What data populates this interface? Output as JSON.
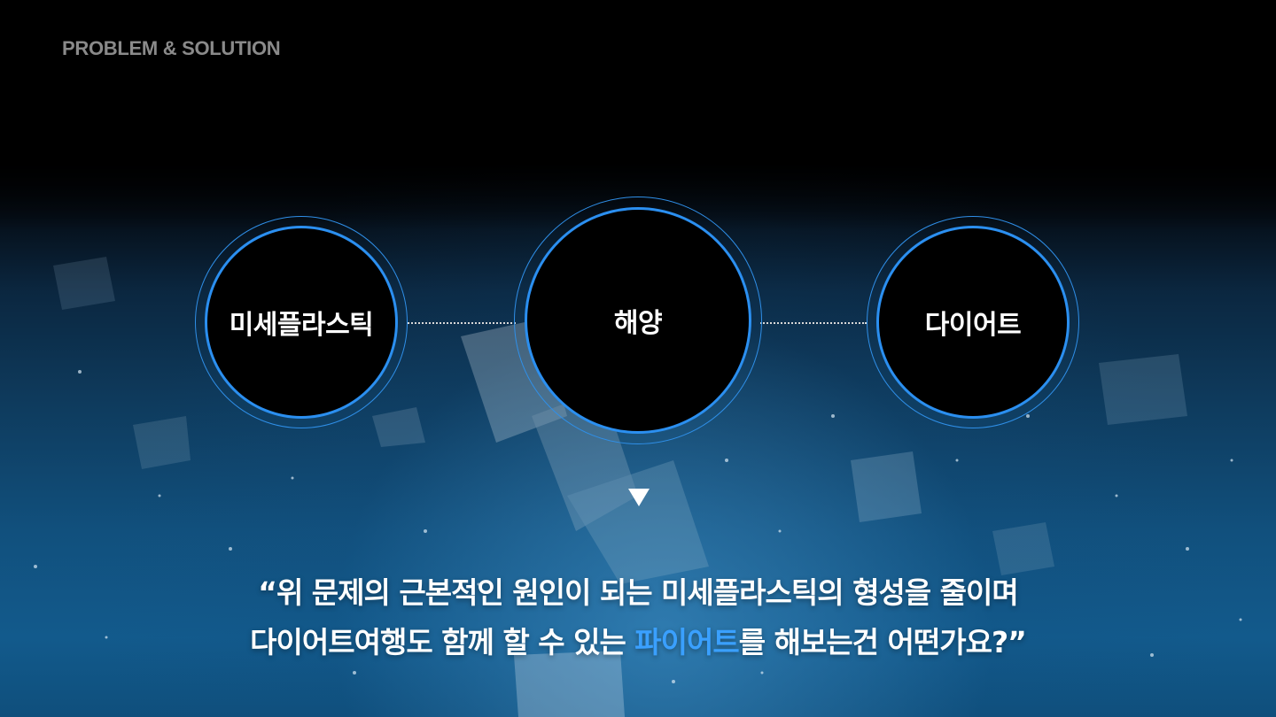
{
  "eyebrow": "PROBLEM & SOLUTION",
  "nodes": [
    {
      "label": "미세플라스틱"
    },
    {
      "label": "해양"
    },
    {
      "label": "다이어트"
    }
  ],
  "quote": {
    "line1": "“위 문제의 근본적인 원인이 되는 미세플라스틱의 형성을 줄이며",
    "line2_before": "다이어트여행도 함께 할 수 있는 ",
    "line2_highlight": "파이어트",
    "line2_after": "를 해보는건 어떤가요?”"
  },
  "colors": {
    "accent": "#2b8ff0",
    "highlight": "#3aa0ff",
    "eyebrow": "#8a8a8a",
    "background": "#000000"
  },
  "icons": {
    "down_arrow": "triangle-down-icon"
  }
}
